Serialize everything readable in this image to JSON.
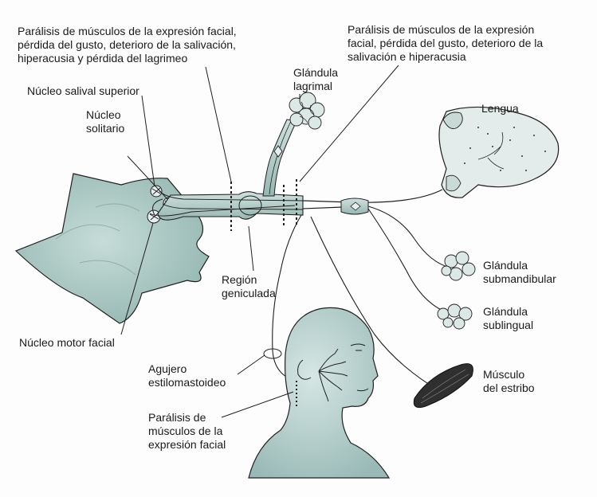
{
  "labels": {
    "lesion_left_lines": [
      "Parálisis de músculos de la expresión facial,",
      "pérdida del gusto, deterioro de la salivación,",
      "hiperacusia y pérdida del lagrimeo"
    ],
    "lesion_right_lines": [
      "Parálisis de músculos de la expresión",
      "facial, pérdida del gusto, deterioro de la",
      "salivación e hiperacusia"
    ],
    "salivary_nucleus": "Núcleo salival superior",
    "solitary_nucleus_lines": [
      "Núcleo",
      "solitario"
    ],
    "lacrimal_gland_lines": [
      "Glándula",
      "lagrimal"
    ],
    "tongue": "Lengua",
    "geniculate_lines": [
      "Región",
      "geniculada"
    ],
    "submandibular_lines": [
      "Glándula",
      "submandibular"
    ],
    "sublingual_lines": [
      "Glándula",
      "sublingual"
    ],
    "facial_motor_nucleus": "Núcleo motor facial",
    "stylomastoid_lines": [
      "Agujero",
      "estilomastoideo"
    ],
    "stapedius_lines": [
      "Músculo",
      "del estribo"
    ],
    "face_paralysis_lines": [
      "Parálisis de",
      "músculos de la",
      "expresión facial"
    ]
  },
  "colors": {
    "brainstem": "#a9c7c2",
    "nerve": "#b7d0cc",
    "skin": "#bdd5d3",
    "line": "#1f1f1f",
    "gland": "#d9e7e4",
    "muscle": "#3a3a3a"
  }
}
